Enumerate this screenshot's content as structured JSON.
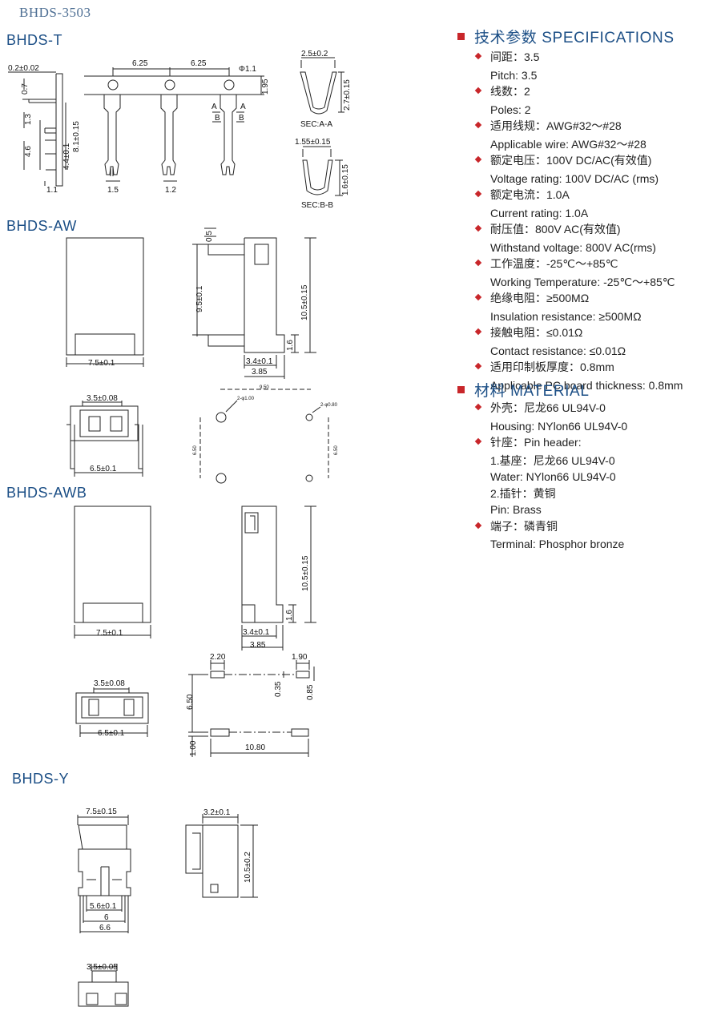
{
  "page_id": "BHDS-3503",
  "sections": {
    "t": "BHDS-T",
    "aw": "BHDS-AW",
    "awb": "BHDS-AWB",
    "y": "BHDS-Y"
  },
  "specifications": {
    "heading": "技术参数 SPECIFICATIONS",
    "items": [
      {
        "cn_label": "间距：",
        "cn_value": "3.5",
        "en": "Pitch: 3.5"
      },
      {
        "cn_label": "线数：",
        "cn_value": "2",
        "en": "Poles: 2"
      },
      {
        "cn_label": "适用线规：",
        "cn_value": "AWG#32～#28",
        "en": "Applicable wire: AWG#32～#28"
      },
      {
        "cn_label": "额定电压：",
        "cn_value": "100V DC/AC(有效值)",
        "en": "Voltage rating: 100V DC/AC (rms)"
      },
      {
        "cn_label": "额定电流：",
        "cn_value": "1.0A",
        "en": "Current rating: 1.0A"
      },
      {
        "cn_label": "耐压值：",
        "cn_value": "800V AC(有效值)",
        "en": "Withstand voltage: 800V AC(rms)"
      },
      {
        "cn_label": "工作温度：",
        "cn_value": "-25℃～+85℃",
        "en": "Working Temperature: -25℃～+85℃"
      },
      {
        "cn_label": "绝缘电阻：",
        "cn_value": "≥500MΩ",
        "en": "Insulation resistance: ≥500MΩ"
      },
      {
        "cn_label": "接触电阻：",
        "cn_value": "≤0.01Ω",
        "en": "Contact resistance: ≤0.01Ω"
      },
      {
        "cn_label": "适用印制板厚度：",
        "cn_value": "0.8mm",
        "en": "Applicable PC board thickness: 0.8mm"
      }
    ]
  },
  "material": {
    "heading": "材料 MATERIAL",
    "items": [
      {
        "cn_label": "外壳：",
        "cn_value": "尼龙66    UL94V-0",
        "lines": [
          "Housing: NYlon66  UL94V-0"
        ]
      },
      {
        "cn_label": "针座：",
        "cn_value": "Pin header:",
        "lines": [
          "1.基座：尼龙66    UL94V-0",
          "Water: NYlon66   UL94V-0",
          "2.插针：黄铜",
          "Pin: Brass"
        ]
      },
      {
        "cn_label": "端子：",
        "cn_value": "磷青铜",
        "lines": [
          "Terminal:    Phosphor bronze"
        ]
      }
    ]
  },
  "dims": {
    "t": {
      "d1": "0.2±0.02",
      "d2": "6.25",
      "d3": "6.25",
      "d4": "Φ1.1",
      "d5": "2.5±0.2",
      "d6": "0.7",
      "d7": "1.95",
      "d8": "2.7±0.15",
      "d9": "1.3",
      "d10": "8.1±0.15",
      "d11": "4.4±0.1",
      "d12": "4.6",
      "d13": "1.1",
      "d14": "1.5",
      "d15": "1.2",
      "d16": "1.55±0.15",
      "d17": "1.6±0.15",
      "sec_a": "SEC:A-A",
      "sec_b": "SEC:B-B",
      "a": "A",
      "b": "B"
    },
    "aw": {
      "w": "7.5±0.1",
      "p": "0.5",
      "h1": "9.5±0.1",
      "h2": "10.5±0.15",
      "s": "1.6",
      "d34": "3.4±0.1",
      "d385": "3.85",
      "p35": "3.5±0.08",
      "p65": "6.5±0.1",
      "hole_w": "9.50",
      "hole1": "2-φ1.00",
      "hole2": "2-φ0.80",
      "hole_h1": "6.50",
      "hole_h2": "6.50"
    },
    "awb": {
      "w": "7.5±0.1",
      "h2": "10.5±0.15",
      "s": "1.6",
      "d34": "3.4±0.1",
      "d385": "3.85",
      "p35": "3.5±0.08",
      "p65": "6.5±0.1",
      "pad1": "2.20",
      "pad2": "1.90",
      "p035": "0.35",
      "p085": "0.85",
      "h650": "6.50",
      "h100": "1.00",
      "w1080": "10.80"
    },
    "y": {
      "w": "7.5±0.15",
      "d32": "3.2±0.1",
      "h": "10.5±0.2",
      "d56": "5.6±0.1",
      "d6": "6",
      "d66": "6.6",
      "d35": "3.5±0.05"
    }
  }
}
